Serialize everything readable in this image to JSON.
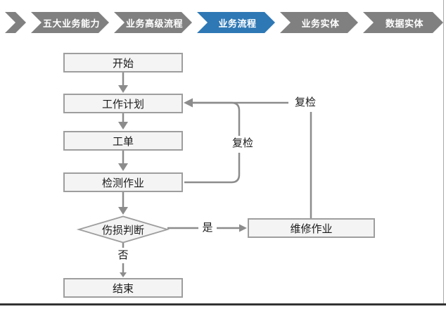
{
  "breadcrumb": {
    "items": [
      {
        "label": "五大业务能力",
        "active": false
      },
      {
        "label": "业务高级流程",
        "active": false
      },
      {
        "label": "业务流程",
        "active": true
      },
      {
        "label": "业务实体",
        "active": false
      },
      {
        "label": "数据实体",
        "active": false
      }
    ],
    "colors": {
      "inactive": "#808080",
      "active": "#2E78B5",
      "text": "#FFFFFF"
    }
  },
  "flowchart": {
    "nodes": {
      "start": {
        "label": "开始",
        "shape": "rect"
      },
      "plan": {
        "label": "工作计划",
        "shape": "rect"
      },
      "order": {
        "label": "工单",
        "shape": "rect"
      },
      "inspect": {
        "label": "检测作业",
        "shape": "rect"
      },
      "judge": {
        "label": "伤损判断",
        "shape": "diamond"
      },
      "repair": {
        "label": "维修作业",
        "shape": "rect"
      },
      "end": {
        "label": "结束",
        "shape": "rect"
      }
    },
    "edge_labels": {
      "yes": "是",
      "no": "否",
      "recheck_inner": "复检",
      "recheck_outer": "复检"
    },
    "colors": {
      "node_fill": "#F4F4F4",
      "node_border": "#9E9E9E",
      "connector": "#8C8C8C",
      "text": "#1A1A1A"
    }
  }
}
